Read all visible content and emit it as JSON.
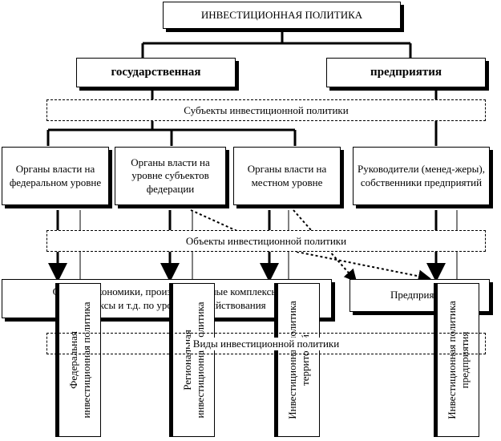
{
  "title": "ИНВЕСТИЦИОННАЯ ПОЛИТИКА",
  "levels": {
    "state": "государственная",
    "enterprise": "предприятия"
  },
  "bands": {
    "subjects": "Субъекты инвестиционной политики",
    "objects": "Объекты инвестиционной политики",
    "types": "Виды инвестиционной политики"
  },
  "subjects": [
    "Органы власти на федеральном уровне",
    "Органы власти на уровне субъектов федерации",
    "Органы власти на местном уровне",
    "Руководители  (менед-жеры), собственники предприятий"
  ],
  "objects": {
    "economy_line1": "Отрасли экономики, производственные комплексы,",
    "economy_line2": "комплексы и т.д. по уровням хозяйствования",
    "enterprise": "Предприятия"
  },
  "types": [
    {
      "line1": "Федеральная",
      "line2": "инвестиционная политика"
    },
    {
      "line1": "Региональная",
      "line2": "инвестиционная политика"
    },
    {
      "line1": "Инвестиционная политика",
      "line2": "территорий"
    },
    {
      "line1": "Инвестиционная политика",
      "line2": "предприятия"
    }
  ]
}
